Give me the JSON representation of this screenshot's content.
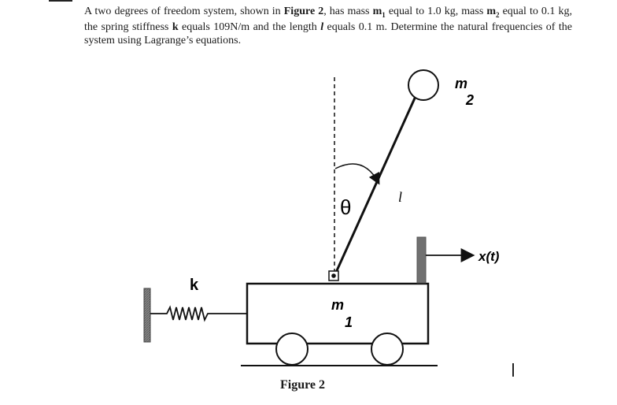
{
  "problem": {
    "p1": "A two degrees of freedom system, shown in ",
    "fig_ref": "Figure 2",
    "p2": ", has mass ",
    "m1": "m",
    "m1_sub": "1",
    "p3": " equal to 1.0 kg, mass ",
    "m2": "m",
    "m2_sub": "2",
    "p4": " equal to 0.1 kg, the spring stiffness ",
    "k": "k",
    "p5": " equals 109N/m and the length ",
    "l": "l",
    "p6": " equals 0.1 m. Determine the natural frequencies of the system using Lagrange’s equations.",
    "top_fragment": "( ... )"
  },
  "figure": {
    "caption": "Figure 2",
    "spring_label": "k",
    "angle_label": "θ",
    "length_label": "l",
    "mass1_label": "m",
    "mass1_sub": "1",
    "mass2_label": "m",
    "mass2_sub": "2",
    "displacement_label": "x(t)"
  }
}
